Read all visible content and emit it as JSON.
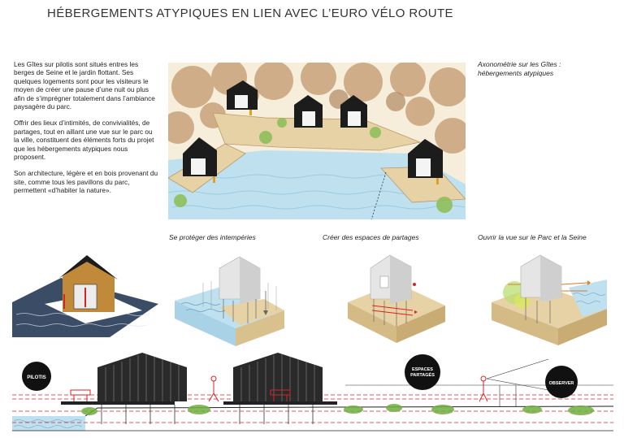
{
  "title": "HÉBERGEMENTS ATYPIQUES EN LIEN AVEC L’EURO VÉLO ROUTE",
  "intro": {
    "p1": "Les Gîtes sur pilotis sont situés entres les berges de Seine et le jardin flottant. Ses quelques logements sont pour les visiteurs le moyen de créer une pause d’une nuit ou plus afin de s’imprégner totalement dans l’ambiance paysagère du parc.",
    "p2": "Offrir des lieux d’intimités, de convivialités, de partages, tout en aillant une vue sur le parc ou la ville, constituent des éléments forts du projet que les hébergements atypiques nous proposent.",
    "p3": "Son architecture, légère et en bois provenant du site, comme tous les pavillons du parc, permettent «d’habiter la nature»."
  },
  "axonometry_caption": "Axonométrie sur les Gîtes : hébergements atypiques",
  "diagrams": [
    {
      "caption": "Se protéger des intempéries"
    },
    {
      "caption": "Créer des espaces de partages"
    },
    {
      "caption": "Ouvrir la vue sur le Parc et la Seine"
    }
  ],
  "section_labels": {
    "pilotis": "PILOTIS",
    "espaces_1": "ESPACES",
    "espaces_2": "PARTAGÉS",
    "observer": "OBSERVER"
  },
  "colors": {
    "water": "#bfe0ef",
    "deck": "#e7d2a6",
    "ground": "#f1e7cf",
    "trees": "#c9a27a",
    "cabin_dark": "#1c1c1c",
    "accent_red": "#d62424",
    "green": "#6fae3f"
  }
}
